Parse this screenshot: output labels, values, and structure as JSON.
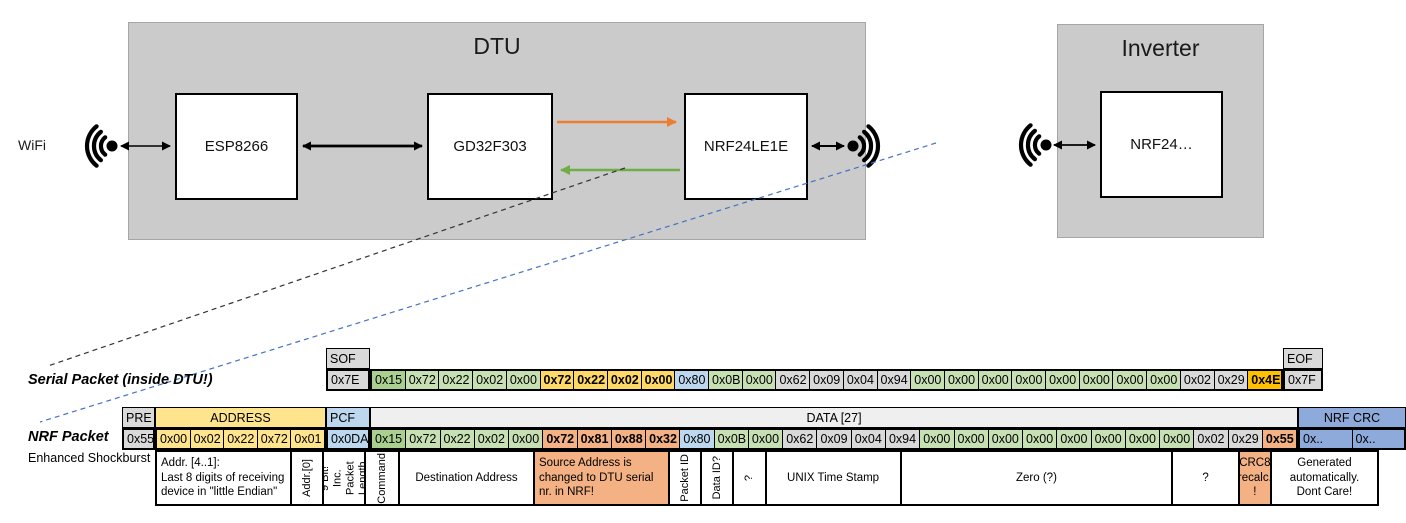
{
  "diagram": {
    "wifi_label": "WiFi",
    "dtu": {
      "title": "DTU",
      "chips": [
        "ESP8266",
        "GD32F303",
        "NRF24LE1E"
      ]
    },
    "inverter": {
      "title": "Inverter",
      "chip": "NRF24…"
    }
  },
  "serial": {
    "label": "Serial Packet (inside DTU!)",
    "sof_header": "SOF",
    "sof_byte": "0x7E",
    "eof_header": "EOF",
    "eof_byte": "0x7F",
    "bytes": [
      {
        "t": "0x15",
        "c": "gdark"
      },
      {
        "t": "0x72",
        "c": "glight"
      },
      {
        "t": "0x22",
        "c": "glight"
      },
      {
        "t": "0x02",
        "c": "glight"
      },
      {
        "t": "0x00",
        "c": "glight"
      },
      {
        "t": "0x72",
        "c": "gold bb"
      },
      {
        "t": "0x22",
        "c": "gold bb"
      },
      {
        "t": "0x02",
        "c": "gold bb"
      },
      {
        "t": "0x00",
        "c": "gold bb"
      },
      {
        "t": "0x80",
        "c": "blue"
      },
      {
        "t": "0x0B",
        "c": "glight"
      },
      {
        "t": "0x00",
        "c": "glight"
      },
      {
        "t": "0x62",
        "c": "gray"
      },
      {
        "t": "0x09",
        "c": "gray"
      },
      {
        "t": "0x04",
        "c": "gray"
      },
      {
        "t": "0x94",
        "c": "gray"
      },
      {
        "t": "0x00",
        "c": "glight"
      },
      {
        "t": "0x00",
        "c": "glight"
      },
      {
        "t": "0x00",
        "c": "glight"
      },
      {
        "t": "0x00",
        "c": "glight"
      },
      {
        "t": "0x00",
        "c": "glight"
      },
      {
        "t": "0x00",
        "c": "glight"
      },
      {
        "t": "0x00",
        "c": "glight"
      },
      {
        "t": "0x00",
        "c": "glight"
      },
      {
        "t": "0x02",
        "c": "gray"
      },
      {
        "t": "0x29",
        "c": "gray"
      },
      {
        "t": "0x4E",
        "c": "gold2 bb"
      }
    ]
  },
  "nrf": {
    "label": "NRF Packet",
    "sublabel": "Enhanced Shockburst",
    "pre_header": "PRE",
    "address_header": "ADDRESS",
    "pcf_header": "PCF",
    "data_header": "DATA [27]",
    "crc_header": "NRF CRC",
    "pre_byte": "0x55",
    "pcf_byte": "0x0DA",
    "address_bytes": [
      {
        "t": "0x00",
        "c": "yellow"
      },
      {
        "t": "0x02",
        "c": "yellow"
      },
      {
        "t": "0x22",
        "c": "yellow"
      },
      {
        "t": "0x72",
        "c": "yellow"
      },
      {
        "t": "0x01",
        "c": "yellow"
      }
    ],
    "bytes": [
      {
        "t": "0x15",
        "c": "gdark"
      },
      {
        "t": "0x72",
        "c": "glight"
      },
      {
        "t": "0x22",
        "c": "glight"
      },
      {
        "t": "0x02",
        "c": "glight"
      },
      {
        "t": "0x00",
        "c": "glight"
      },
      {
        "t": "0x72",
        "c": "salmon bb"
      },
      {
        "t": "0x81",
        "c": "salmon bb"
      },
      {
        "t": "0x88",
        "c": "salmon bb"
      },
      {
        "t": "0x32",
        "c": "salmon bb"
      },
      {
        "t": "0x80",
        "c": "blue"
      },
      {
        "t": "0x0B",
        "c": "glight"
      },
      {
        "t": "0x00",
        "c": "glight"
      },
      {
        "t": "0x62",
        "c": "gray"
      },
      {
        "t": "0x09",
        "c": "gray"
      },
      {
        "t": "0x04",
        "c": "gray"
      },
      {
        "t": "0x94",
        "c": "gray"
      },
      {
        "t": "0x00",
        "c": "glight"
      },
      {
        "t": "0x00",
        "c": "glight"
      },
      {
        "t": "0x00",
        "c": "glight"
      },
      {
        "t": "0x00",
        "c": "glight"
      },
      {
        "t": "0x00",
        "c": "glight"
      },
      {
        "t": "0x00",
        "c": "glight"
      },
      {
        "t": "0x00",
        "c": "glight"
      },
      {
        "t": "0x00",
        "c": "glight"
      },
      {
        "t": "0x02",
        "c": "gray"
      },
      {
        "t": "0x29",
        "c": "gray"
      },
      {
        "t": "0x55",
        "c": "salmon bb"
      }
    ],
    "crc_bytes": [
      {
        "t": "0x..",
        "c": "crcblue"
      },
      {
        "t": "0x..",
        "c": "crcblue"
      }
    ]
  },
  "annotations": {
    "cells": [
      {
        "t": "Addr. [4..1]:\nLast 8 digits of receiving\ndevice in \"little Endian\"",
        "w": 137,
        "c": "la"
      },
      {
        "t": "Addr.[0]",
        "w": 34,
        "c": "rot"
      },
      {
        "t": "9 Bit!\nInc. Packet\nLength",
        "w": 44,
        "c": "rot"
      },
      {
        "t": "Command",
        "w": 36,
        "c": "rot"
      },
      {
        "t": "Destination Address",
        "w": 137
      },
      {
        "t": "Source Address is\nchanged to DTU serial\nnr. in NRF!",
        "w": 137,
        "c": "salmon la"
      },
      {
        "t": "Packet ID",
        "w": 34.2,
        "c": "rot"
      },
      {
        "t": "Data ID?",
        "w": 34.2,
        "c": "rot"
      },
      {
        "t": "?",
        "w": 34.2,
        "c": "rot"
      },
      {
        "t": "UNIX Time Stamp",
        "w": 137
      },
      {
        "t": "Zero (?)",
        "w": 273.8
      },
      {
        "t": "?",
        "w": 68.4
      },
      {
        "t": "CRC8\nrecalc.\n!",
        "w": 34.2,
        "c": "salmon"
      },
      {
        "t": "Generated\nautomatically.\nDont Care!",
        "w": 109
      }
    ]
  },
  "colors": {
    "gray_cell": "#D9D9D9",
    "green_dark": "#A9D08E",
    "green_light": "#C6E0B4",
    "gold": "#FFD966",
    "gold_strong": "#FFC000",
    "blue_cell": "#BDD7EE",
    "address_yellow": "#FFE48E",
    "salmon": "#F4B183",
    "crc_blue": "#8EAADB",
    "orange_arrow": "#ED7D31",
    "green_arrow": "#70AD47",
    "dashed_blue": "#4472C4"
  }
}
